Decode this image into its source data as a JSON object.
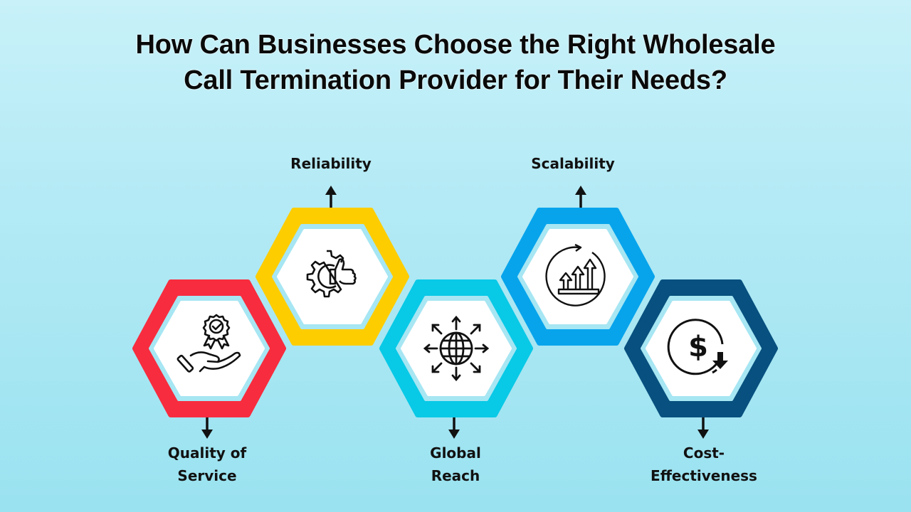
{
  "title": {
    "line1": "How Can Businesses Choose the Right Wholesale",
    "line2": "Call Termination Provider for Their Needs?"
  },
  "steps": [
    {
      "label_line1": "Quality of",
      "label_line2": "Service",
      "icon": "award-hand-icon",
      "color": "#f72c3e",
      "position": "bottom"
    },
    {
      "label_line1": "Reliability",
      "label_line2": "",
      "icon": "gear-thumbs-up-icon",
      "color": "#fdcd00",
      "position": "top"
    },
    {
      "label_line1": "Global",
      "label_line2": "Reach",
      "icon": "globe-arrows-icon",
      "color": "#08c9e6",
      "position": "bottom"
    },
    {
      "label_line1": "Scalability",
      "label_line2": "",
      "icon": "growth-arrows-icon",
      "color": "#07a4ec",
      "position": "top"
    },
    {
      "label_line1": "Cost-",
      "label_line2": "Effectiveness",
      "icon": "dollar-down-icon",
      "color": "#07507f",
      "position": "bottom"
    }
  ],
  "colors": {
    "background_top": "#c8f1f9",
    "background_bottom": "#9ae2f0",
    "inner_ring": "#a7e6f3",
    "inner_fill": "#ffffff",
    "text": "#111111"
  }
}
